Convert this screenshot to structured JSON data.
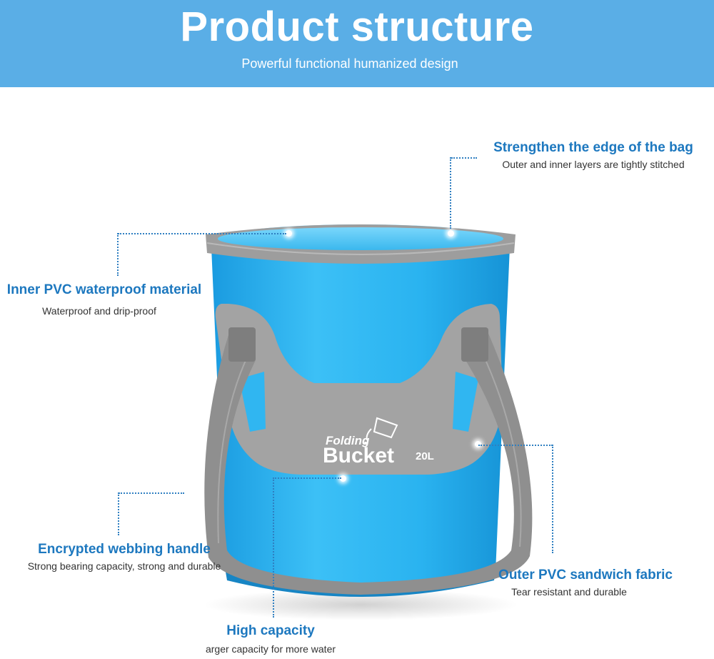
{
  "header": {
    "title": "Product structure",
    "subtitle": "Powerful functional humanized design"
  },
  "product": {
    "logo_line1": "Folding",
    "logo_line2": "Bucket",
    "capacity_label": "20L",
    "body_color": "#2ab3f0",
    "trim_color": "#9a9a9a"
  },
  "callouts": {
    "edge": {
      "title": "Strengthen the edge of the bag",
      "desc": "Outer and inner layers are tightly stitched"
    },
    "inner_pvc": {
      "title": "Inner PVC waterproof material",
      "desc": "Waterproof and drip-proof"
    },
    "handle": {
      "title": "Encrypted webbing handle",
      "desc": "Strong bearing capacity, strong and durable"
    },
    "outer_pvc": {
      "title": "Outer PVC sandwich fabric",
      "desc": "Tear resistant and durable"
    },
    "capacity": {
      "title": "High capacity",
      "desc": "arger capacity for more water"
    }
  },
  "colors": {
    "banner": "#5aaee6",
    "accent_text": "#1d78bf",
    "leader_line": "#2f7fc1"
  }
}
